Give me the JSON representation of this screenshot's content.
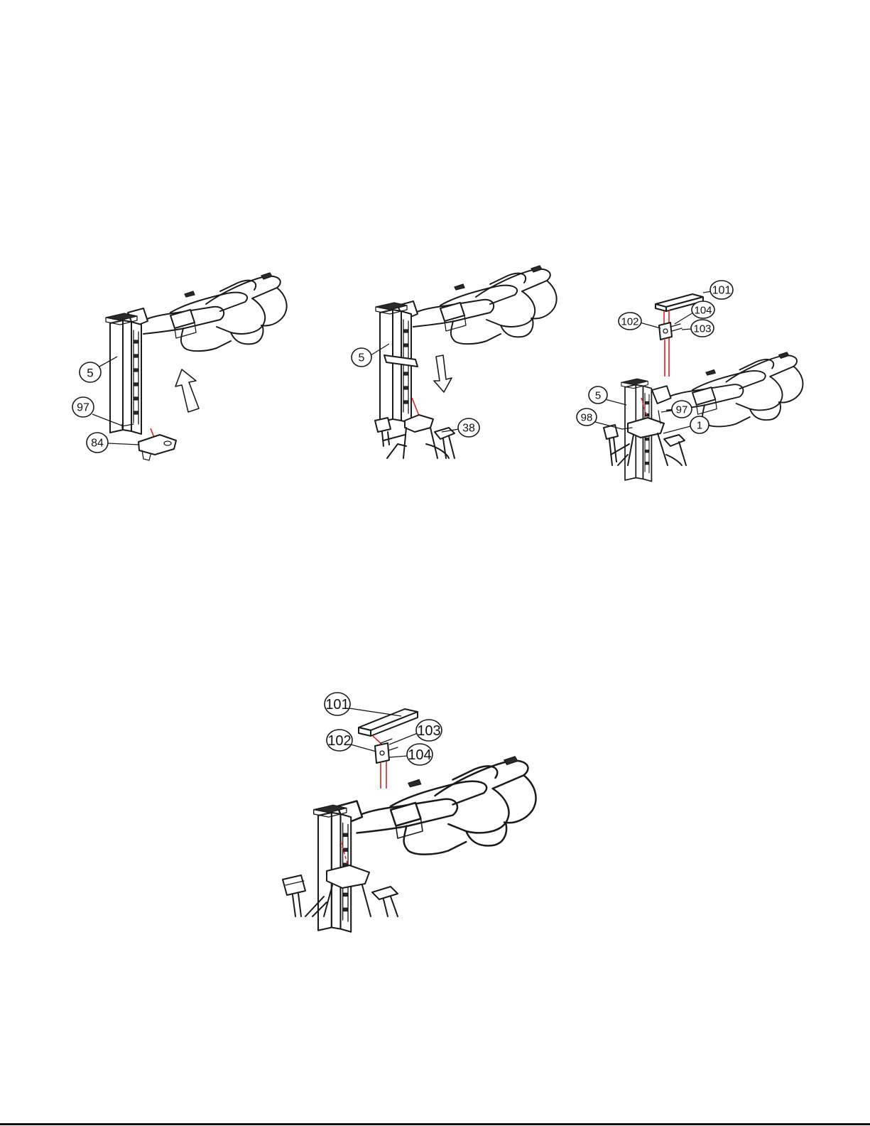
{
  "figures": [
    {
      "id": "step-1",
      "callouts": [
        {
          "label": "5"
        },
        {
          "label": "97"
        },
        {
          "label": "84"
        }
      ]
    },
    {
      "id": "step-2",
      "callouts": [
        {
          "label": "5"
        },
        {
          "label": "38"
        }
      ]
    },
    {
      "id": "step-3",
      "callouts": [
        {
          "label": "101"
        },
        {
          "label": "104"
        },
        {
          "label": "102"
        },
        {
          "label": "103"
        },
        {
          "label": "5"
        },
        {
          "label": "97"
        },
        {
          "label": "98"
        },
        {
          "label": "1"
        }
      ]
    },
    {
      "id": "step-4",
      "callouts": [
        {
          "label": "101"
        },
        {
          "label": "103"
        },
        {
          "label": "102"
        },
        {
          "label": "104"
        }
      ]
    }
  ],
  "colors": {
    "line": "#1a1a1a",
    "assembly_line": "#e0201e",
    "background": "#ffffff"
  }
}
